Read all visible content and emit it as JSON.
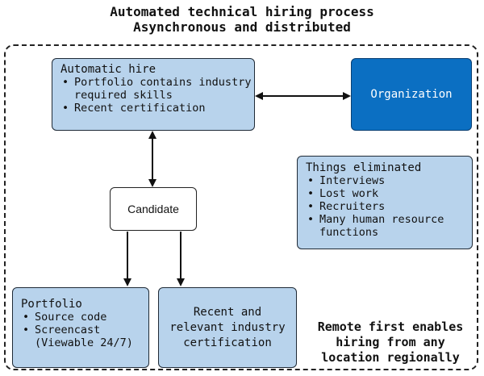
{
  "title": {
    "line1": "Automated technical hiring process",
    "line2": "Asynchronous and distributed"
  },
  "automatic_hire": {
    "heading": "Automatic hire",
    "items": [
      "Portfolio contains industry required skills",
      "Recent certification"
    ]
  },
  "organization": {
    "label": "Organization"
  },
  "things_eliminated": {
    "heading": "Things eliminated",
    "items": [
      "Interviews",
      "Lost work",
      "Recruiters",
      "Many human resource functions"
    ]
  },
  "candidate": {
    "label": "Candidate"
  },
  "portfolio": {
    "heading": "Portfolio",
    "items": [
      "Source code",
      "Screencast (Viewable 24/7)"
    ]
  },
  "certification": {
    "label": "Recent and\nrelevant industry\ncertification"
  },
  "remote_note": "Remote first enables\nhiring from any\nlocation regionally",
  "colors": {
    "light_box": "#b8d3ec",
    "organization_box": "#0b6fc2",
    "border": "#1f2a36"
  }
}
